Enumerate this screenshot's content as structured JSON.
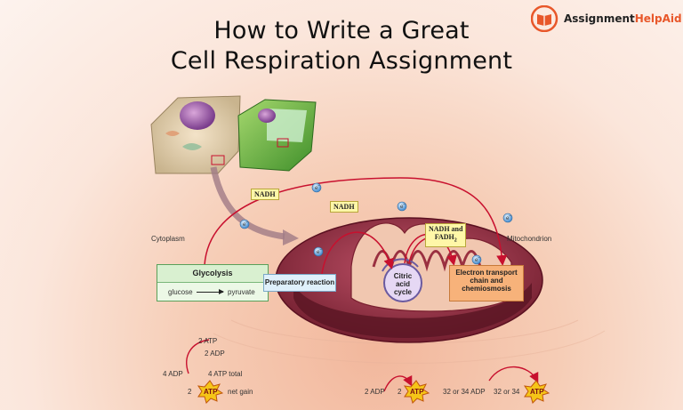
{
  "title": {
    "line1": "How to Write a Great",
    "line2": "Cell Respiration Assignment"
  },
  "logo": {
    "part1": "Assignment",
    "part2": "HelpAid",
    "accent": "#e8572a"
  },
  "labels": {
    "cytoplasm": "Cytoplasm",
    "mitochondrion": "Mitochondrion",
    "nadh1": "NADH",
    "nadh2": "NADH",
    "nadh_fadh_line1": "NADH and",
    "nadh_fadh_line2": "FADH",
    "nadh_fadh_sub": "2",
    "electron": "e",
    "electron_sup": "−",
    "glycolysis": "Glycolysis",
    "glucose": "glucose",
    "pyruvate": "pyruvate",
    "preparatory_reaction": "Preparatory reaction",
    "citric_acid_line1": "Citric acid",
    "citric_acid_line2": "cycle",
    "etc_line1": "Electron transport",
    "etc_line2": "chain and",
    "etc_line3": "chemiosmosis"
  },
  "atp_glycolysis": {
    "top_atp": "2 ATP",
    "top_adp": "2 ADP",
    "left_adp": "4 ADP",
    "total": "4 ATP total",
    "net_num": "2",
    "net_atp": "ATP",
    "net_gain": "net gain"
  },
  "atp_citric": {
    "adp": "2 ADP",
    "num": "2",
    "atp": "ATP"
  },
  "atp_etc": {
    "adp": "32 or 34 ADP",
    "num": "32 or 34",
    "atp": "ATP"
  },
  "colors": {
    "arrow_red": "#c8102e",
    "mito_outer": "#8c2a3c",
    "atp_star": "#f5c518"
  }
}
